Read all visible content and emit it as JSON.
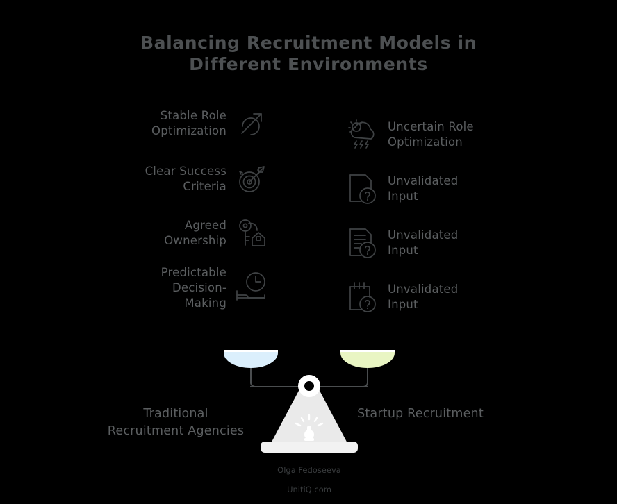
{
  "title": {
    "line1": "Balancing Recruitment Models in",
    "line2": "Different Environments"
  },
  "colors": {
    "background": "#000000",
    "title_text": "#4d5052",
    "label_text": "#5b5e60",
    "icon_stroke": "#3f4244",
    "pan_left": "#dbeffc",
    "pan_right": "#e9f5c3",
    "stand": "#eaeaea",
    "base": "#f2f2f2",
    "pivot": "#ffffff",
    "beam": "#4a4d4f",
    "watermark_text": "#3a3d3f"
  },
  "left_side": {
    "pan_label": "Traditional\nRecruitment Agencies",
    "items": [
      {
        "label": "Stable Role\nOptimization",
        "icon": "circle-arrow-growth-icon"
      },
      {
        "label": "Clear Success\nCriteria",
        "icon": "target-dart-icon"
      },
      {
        "label": "Agreed\nOwnership",
        "icon": "key-house-icon"
      },
      {
        "label": "Predictable\nDecision-\nMaking",
        "icon": "clock-bed-icon"
      }
    ]
  },
  "right_side": {
    "pan_label": "Startup Recruitment",
    "items": [
      {
        "label": "Uncertain Role\nOptimization",
        "icon": "sun-cloud-rain-icon"
      },
      {
        "label": "Unvalidated\nInput",
        "icon": "document-question-icon"
      },
      {
        "label": "Unvalidated\nInput",
        "icon": "document-lines-question-icon"
      },
      {
        "label": "Unvalidated\nInput",
        "icon": "notepad-question-icon"
      }
    ]
  },
  "scale": {
    "pivot_icon": "balance-pivot-icon",
    "stand_icon": "lantern-icon"
  },
  "watermark": {
    "author": "Olga Fedoseeva",
    "site": "UnitiQ.com"
  }
}
